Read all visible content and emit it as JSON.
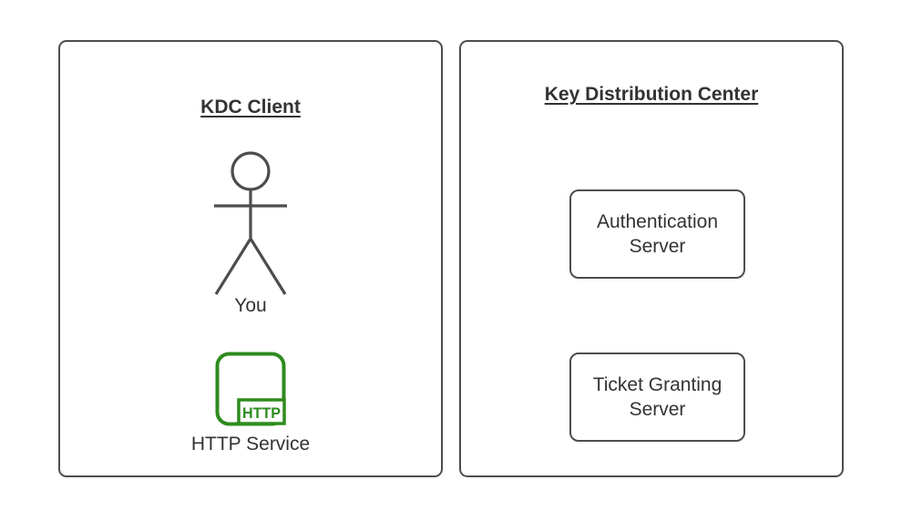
{
  "colors": {
    "shape_stroke": "#4d4d4d",
    "text_color": "#333333",
    "service_green": "#2e8b1e",
    "background": "#ffffff"
  },
  "diagram": {
    "client_panel": {
      "title": "KDC Client",
      "actor_label": "You",
      "service_badge": "HTTP",
      "service_label": "HTTP Service"
    },
    "kdc_panel": {
      "title": "Key Distribution Center",
      "servers": [
        {
          "label": "Authentication Server"
        },
        {
          "label": "Ticket Granting Server"
        }
      ]
    }
  }
}
